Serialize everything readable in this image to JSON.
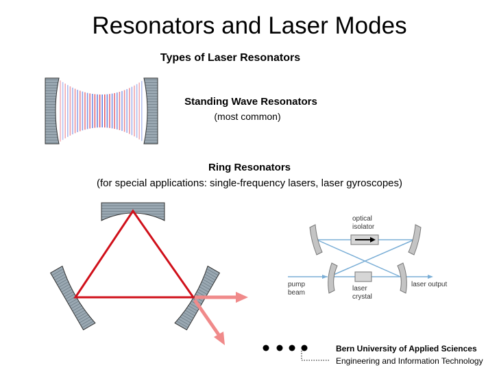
{
  "slide": {
    "title": "Resonators and Laser Modes",
    "subtitle": "Types of Laser Resonators"
  },
  "standing_wave": {
    "title": "Standing Wave Resonators",
    "subtitle": "(most common)"
  },
  "ring": {
    "title": "Ring Resonators",
    "subtitle": "(for special applications: single-frequency lasers, laser gyroscopes)"
  },
  "figure": {
    "labels": {
      "optical_isolator_1": "optical",
      "optical_isolator_2": "isolator",
      "pump_1": "pump",
      "pump_2": "beam",
      "crystal_1": "laser",
      "crystal_2": "crystal",
      "output": "laser output"
    }
  },
  "footer": {
    "institution": "Bern University of Applied Sciences",
    "department": "Engineering and Information Technology"
  },
  "colors": {
    "beam_red": "#d0101a",
    "output_pink": "#f08a8a",
    "mirror_gray": "#8a9aa6",
    "fig_beam": "#7aaed6"
  }
}
